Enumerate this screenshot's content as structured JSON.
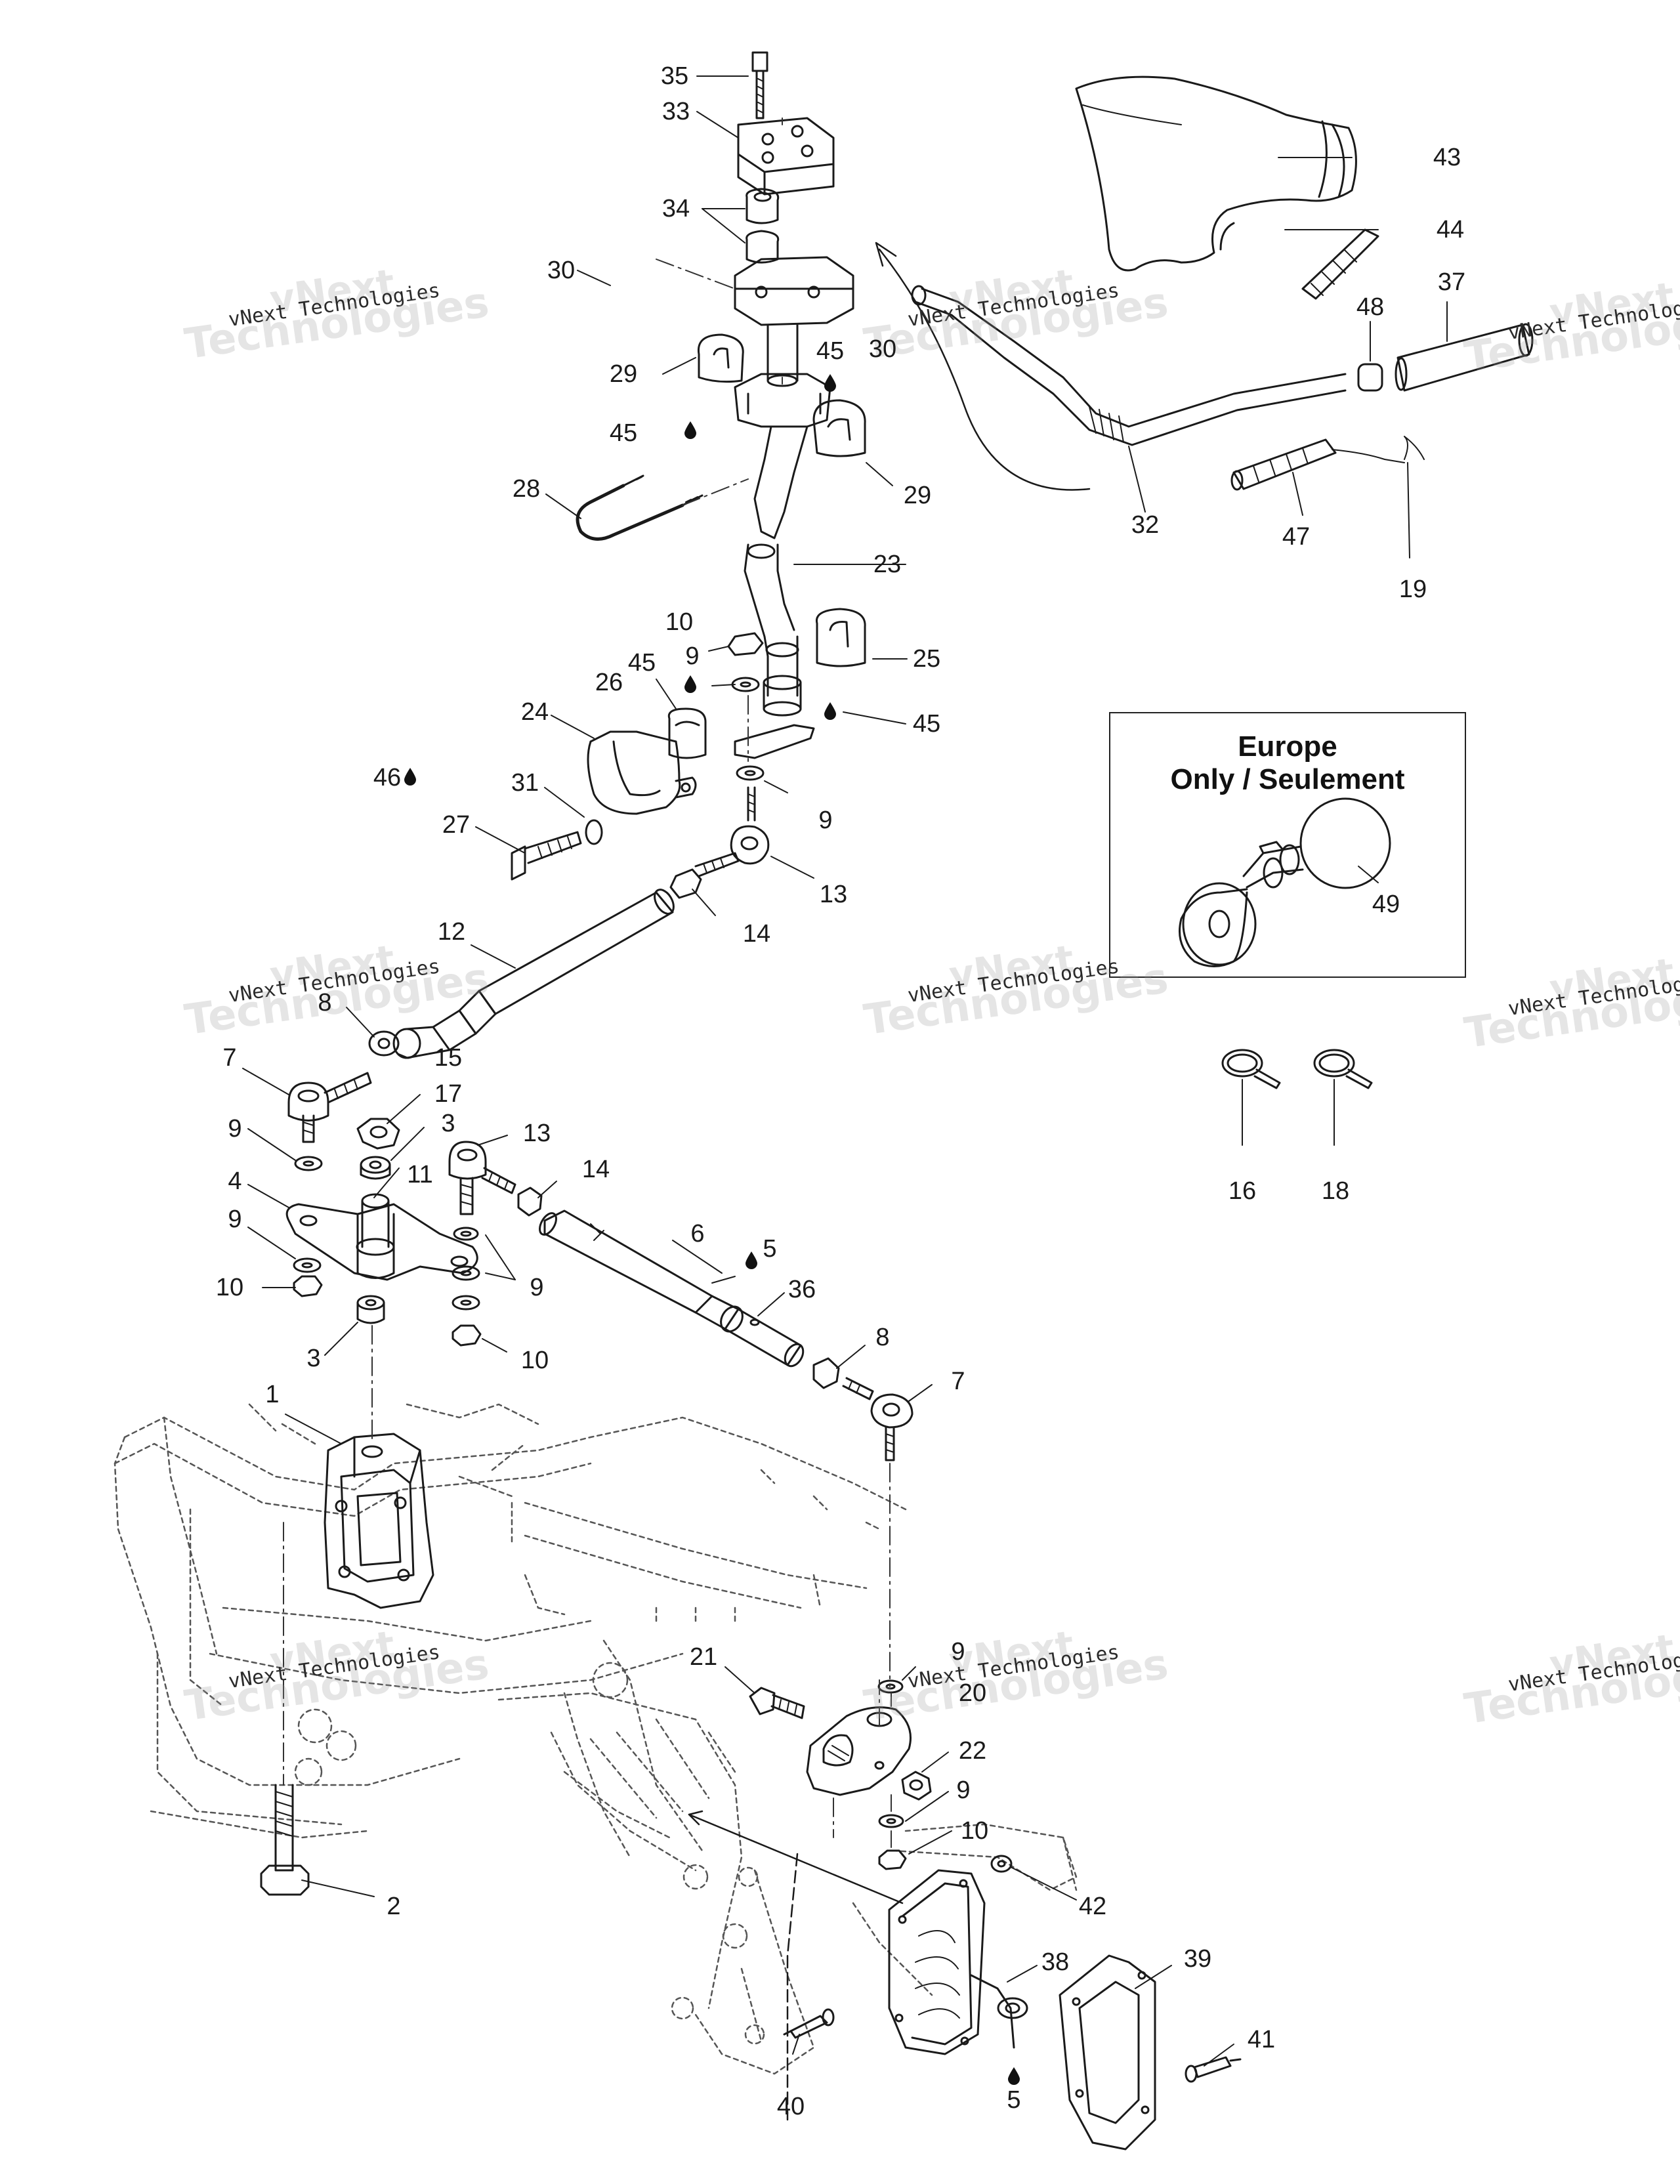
{
  "inset": {
    "title_line1": "Europe",
    "title_line2": "Only / Seulement"
  },
  "watermark": {
    "line1": "vNext Technologies",
    "line2": "Technologies",
    "line0": "vNext"
  },
  "callouts": [
    "1",
    "2",
    "3",
    "4",
    "5",
    "6",
    "7",
    "8",
    "9",
    "10",
    "11",
    "12",
    "13",
    "14",
    "15",
    "16",
    "17",
    "18",
    "19",
    "20",
    "21",
    "22",
    "23",
    "24",
    "25",
    "26",
    "27",
    "28",
    "29",
    "30",
    "31",
    "32",
    "33",
    "34",
    "35",
    "36",
    "37",
    "38",
    "39",
    "40",
    "41",
    "42",
    "43",
    "44",
    "45",
    "46",
    "47",
    "48",
    "49"
  ],
  "colors": {
    "line": "#1a1a1a",
    "dashed": "#555555",
    "background": "#ffffff"
  }
}
